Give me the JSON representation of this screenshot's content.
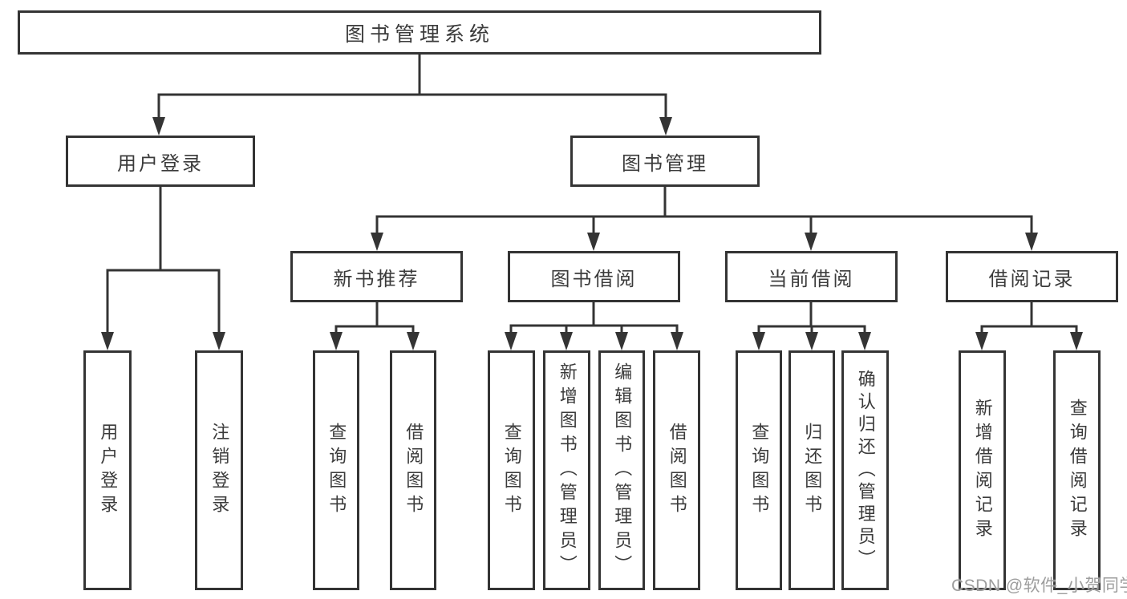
{
  "diagram": {
    "title": "图书管理系统",
    "type": "hierarchy-diagram",
    "tree": {
      "root": {
        "label": "图书管理系统"
      },
      "branches": [
        {
          "label": "用户登录",
          "children": [
            {
              "label": "用户登录"
            },
            {
              "label": "注销登录"
            }
          ]
        },
        {
          "label": "图书管理",
          "children": [
            {
              "label": "新书推荐",
              "children": [
                {
                  "label": "查询图书"
                },
                {
                  "label": "借阅图书"
                }
              ]
            },
            {
              "label": "图书借阅",
              "children": [
                {
                  "label": "查询图书"
                },
                {
                  "label": "新增图书（管理员）"
                },
                {
                  "label": "编辑图书（管理员）"
                },
                {
                  "label": "借阅图书"
                }
              ]
            },
            {
              "label": "当前借阅",
              "children": [
                {
                  "label": "查询图书"
                },
                {
                  "label": "归还图书"
                },
                {
                  "label": "确认归还（管理员）"
                }
              ]
            },
            {
              "label": "借阅记录",
              "children": [
                {
                  "label": "新增借阅记录"
                },
                {
                  "label": "查询借阅记录"
                }
              ]
            }
          ]
        }
      ]
    },
    "colors": {
      "line": "#343434",
      "text": "#3b3b3b",
      "background": "#ffffff",
      "watermark": "#9d9d9d"
    },
    "watermark": "CSDN @软件_小贺同学"
  }
}
